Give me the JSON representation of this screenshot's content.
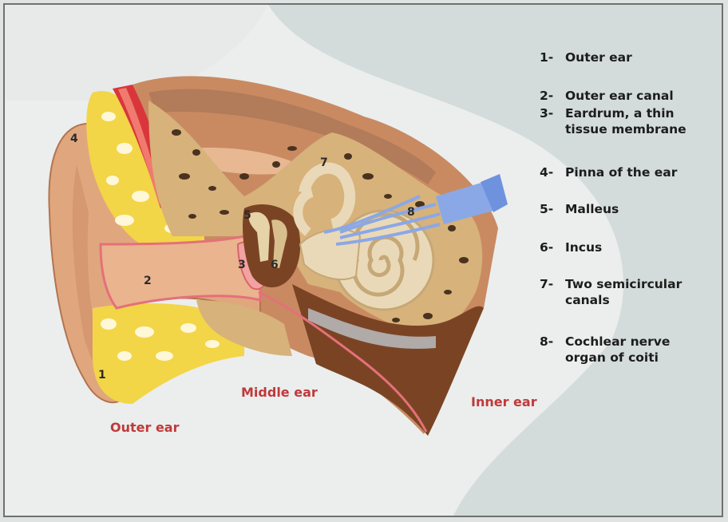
{
  "legend": [
    {
      "num": "1-",
      "text": "Outer ear"
    },
    {
      "num": "2-",
      "text": "Outer ear canal"
    },
    {
      "num": "3-",
      "text": "Eardrum, a thin\ntissue membrane"
    },
    {
      "num": "4-",
      "text": "Pinna of the ear"
    },
    {
      "num": "5-",
      "text": "Malleus"
    },
    {
      "num": "6-",
      "text": "Incus"
    },
    {
      "num": "7-",
      "text": "Two semicircular\ncanals"
    },
    {
      "num": "8-",
      "text": "Cochlear nerve\norgan of coiti"
    }
  ],
  "regions": {
    "outer": "Outer ear",
    "middle": "Middle ear",
    "inner": "Inner ear"
  },
  "callouts": [
    "1",
    "2",
    "3",
    "4",
    "5",
    "6",
    "7",
    "8"
  ],
  "colors": {
    "skin": "#e0a77e",
    "skin_dark": "#c98a62",
    "fat": "#f3d548",
    "bone": "#d7b27a",
    "bone_pore": "#4a3220",
    "muscle": "#d9363b",
    "canal_lining": "#e4707a",
    "cochlea": "#ead9b8",
    "nerve": "#8aa8e6",
    "inner_brown": "#7a4424",
    "label_red": "#c0393b"
  }
}
